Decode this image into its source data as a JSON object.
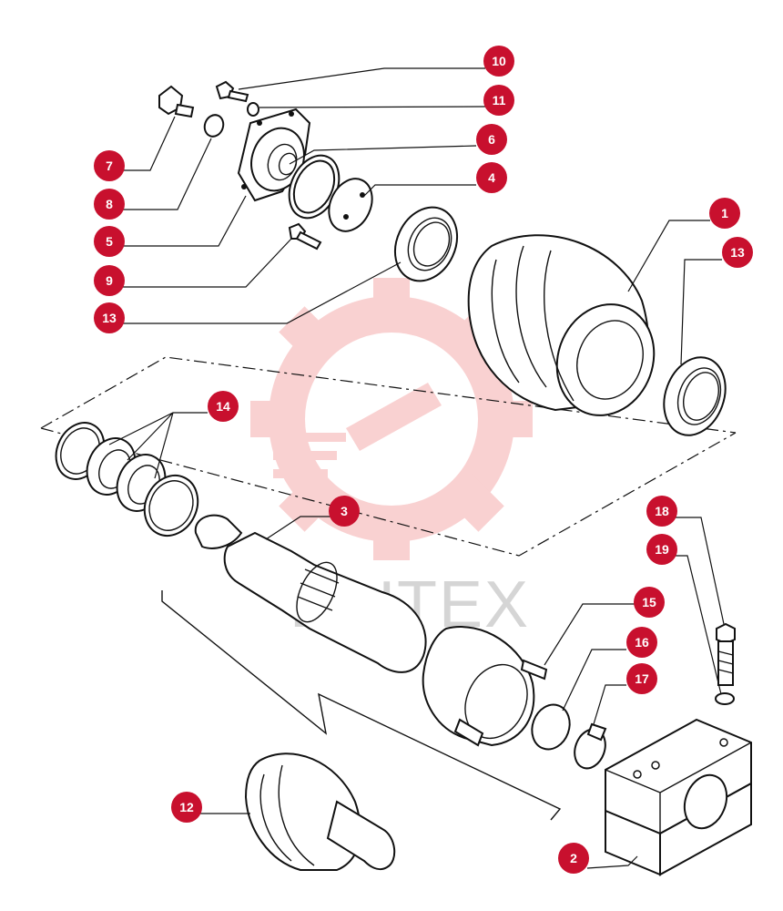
{
  "watermark": {
    "text": "LIHTEX",
    "gear_color": "#f29a9a"
  },
  "accent_color": "#c8102e",
  "callouts": [
    {
      "id": "c-10",
      "label": "10"
    },
    {
      "id": "c-11",
      "label": "11"
    },
    {
      "id": "c-6",
      "label": "6"
    },
    {
      "id": "c-4",
      "label": "4"
    },
    {
      "id": "c-1",
      "label": "1"
    },
    {
      "id": "c-13a",
      "label": "13"
    },
    {
      "id": "c-7",
      "label": "7"
    },
    {
      "id": "c-8",
      "label": "8"
    },
    {
      "id": "c-5",
      "label": "5"
    },
    {
      "id": "c-9",
      "label": "9"
    },
    {
      "id": "c-13b",
      "label": "13"
    },
    {
      "id": "c-14",
      "label": "14"
    },
    {
      "id": "c-3",
      "label": "3"
    },
    {
      "id": "c-18",
      "label": "18"
    },
    {
      "id": "c-19",
      "label": "19"
    },
    {
      "id": "c-15",
      "label": "15"
    },
    {
      "id": "c-16",
      "label": "16"
    },
    {
      "id": "c-17",
      "label": "17"
    },
    {
      "id": "c-12",
      "label": "12"
    },
    {
      "id": "c-2",
      "label": "2"
    }
  ]
}
